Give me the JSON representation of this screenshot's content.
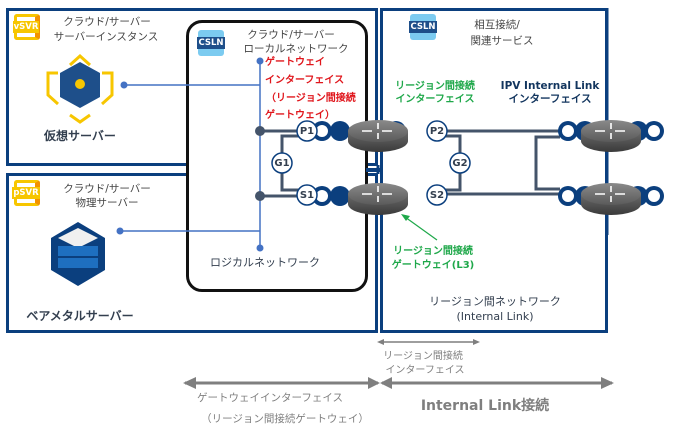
{
  "vsvr_box": {
    "badge": "vSVR",
    "title_line1": "クラウド/サーバー",
    "title_line2": "サーバーインスタンス",
    "caption": "仮想サーバー",
    "icon": "virtual-server-cube-icon"
  },
  "psvr_box": {
    "badge": "pSVR",
    "title_line1": "クラウド/サーバー",
    "title_line2": "物理サーバー",
    "caption": "ベアメタルサーバー",
    "icon": "bare-metal-server-icon"
  },
  "csln_local_box": {
    "badge": "CSLN",
    "title_line1": "クラウド/サーバー",
    "title_line2": "ローカルネットワーク",
    "gateway_label": [
      "ゲートウェイ",
      "インターフェイス",
      "（リージョン間接続",
      "ゲートウェイ）"
    ],
    "logical_network_label": "ロジカルネットワーク"
  },
  "csln_interconnect_box": {
    "badge": "CSLN",
    "title_line1": "相互接続/",
    "title_line2": "関連サービス",
    "region_if_label": [
      "リージョン間接続",
      "インターフェイス"
    ],
    "ipv_if_label": [
      "IPV Internal Link",
      "インターフェイス"
    ],
    "gateway_l3_label": [
      "リージョン間接続",
      "ゲートウェイ(L3)"
    ],
    "network_label": [
      "リージョン間ネットワーク",
      "(Internal Link)"
    ]
  },
  "ports": {
    "p1": "P1",
    "s1": "S1",
    "g1": "G1",
    "p2": "P2",
    "s2": "S2",
    "g2": "G2"
  },
  "legend": {
    "region_if": [
      "リージョン間接続",
      "インターフェイス"
    ],
    "gateway_if": [
      "ゲートウェイインターフェイス",
      "（リージョン間接続ゲートウェイ）"
    ],
    "internal_link": "Internal Link接続"
  },
  "colors": {
    "box_border": "#0b3f7e",
    "line_blue": "#4472c4",
    "line_dark": "#44546a",
    "red_label": "#e0161c",
    "green_label": "#1fa84a",
    "arrow_gray": "#7f7f7f"
  }
}
